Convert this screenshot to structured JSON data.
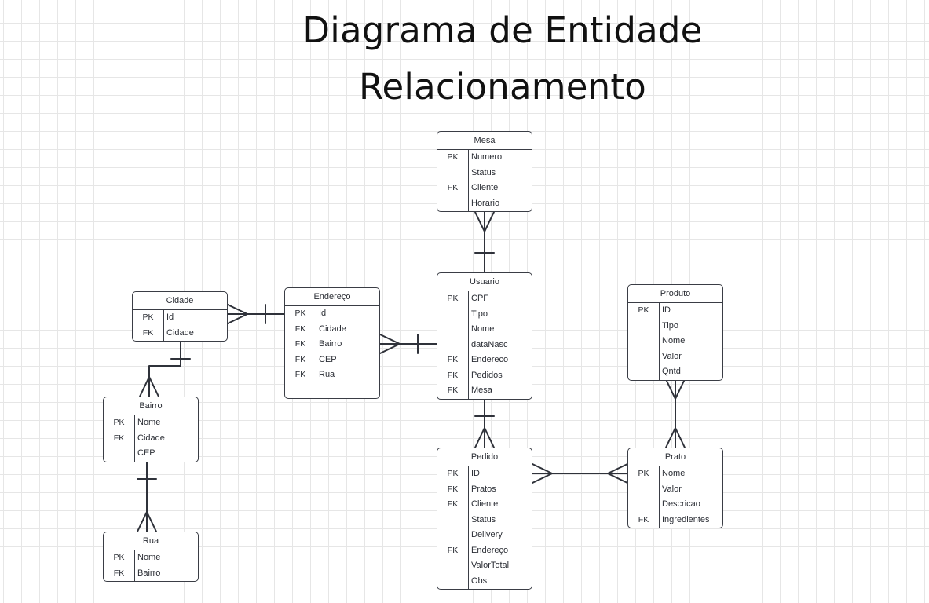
{
  "title": {
    "line1": "Diagrama de Entidade",
    "line2": "Relacionamento"
  },
  "entities": {
    "mesa": {
      "name": "Mesa",
      "rows": [
        {
          "key": "PK",
          "attr": "Numero"
        },
        {
          "key": "",
          "attr": "Status"
        },
        {
          "key": "FK",
          "attr": "Cliente"
        },
        {
          "key": "",
          "attr": "Horario"
        }
      ]
    },
    "usuario": {
      "name": "Usuario",
      "rows": [
        {
          "key": "PK",
          "attr": "CPF"
        },
        {
          "key": "",
          "attr": "Tipo"
        },
        {
          "key": "",
          "attr": "Nome"
        },
        {
          "key": "",
          "attr": "dataNasc"
        },
        {
          "key": "FK",
          "attr": "Endereco"
        },
        {
          "key": "FK",
          "attr": "Pedidos"
        },
        {
          "key": "FK",
          "attr": "Mesa"
        }
      ]
    },
    "cidade": {
      "name": "Cidade",
      "rows": [
        {
          "key": "PK",
          "attr": "Id"
        },
        {
          "key": "FK",
          "attr": "Cidade"
        }
      ]
    },
    "endereco": {
      "name": "Endereço",
      "rows": [
        {
          "key": "PK",
          "attr": "Id"
        },
        {
          "key": "FK",
          "attr": "Cidade"
        },
        {
          "key": "FK",
          "attr": "Bairro"
        },
        {
          "key": "FK",
          "attr": "CEP"
        },
        {
          "key": "FK",
          "attr": "Rua"
        },
        {
          "key": "",
          "attr": ""
        }
      ]
    },
    "bairro": {
      "name": "Bairro",
      "rows": [
        {
          "key": "PK",
          "attr": "Nome"
        },
        {
          "key": "FK",
          "attr": "Cidade"
        },
        {
          "key": "",
          "attr": "CEP"
        }
      ]
    },
    "rua": {
      "name": "Rua",
      "rows": [
        {
          "key": "PK",
          "attr": "Nome"
        },
        {
          "key": "FK",
          "attr": "Bairro"
        }
      ]
    },
    "produto": {
      "name": "Produto",
      "rows": [
        {
          "key": "PK",
          "attr": "ID"
        },
        {
          "key": "",
          "attr": "Tipo"
        },
        {
          "key": "",
          "attr": "Nome"
        },
        {
          "key": "",
          "attr": "Valor"
        },
        {
          "key": "",
          "attr": "Qntd"
        }
      ]
    },
    "pedido": {
      "name": "Pedido",
      "rows": [
        {
          "key": "PK",
          "attr": "ID"
        },
        {
          "key": "FK",
          "attr": "Pratos"
        },
        {
          "key": "FK",
          "attr": "Cliente"
        },
        {
          "key": "",
          "attr": "Status"
        },
        {
          "key": "",
          "attr": "Delivery"
        },
        {
          "key": "FK",
          "attr": "Endereço"
        },
        {
          "key": "",
          "attr": "ValorTotal"
        },
        {
          "key": "",
          "attr": "Obs"
        }
      ]
    },
    "prato": {
      "name": "Prato",
      "rows": [
        {
          "key": "PK",
          "attr": "Nome"
        },
        {
          "key": "",
          "attr": "Valor"
        },
        {
          "key": "",
          "attr": "Descricao"
        },
        {
          "key": "FK",
          "attr": "Ingredientes"
        }
      ]
    }
  },
  "relationships": [
    {
      "from": "mesa",
      "from_end": "many",
      "to": "usuario",
      "to_end": "one"
    },
    {
      "from": "cidade",
      "from_end": "many",
      "to": "endereco",
      "to_end": "one"
    },
    {
      "from": "endereco",
      "from_end": "many",
      "to": "usuario",
      "to_end": "one"
    },
    {
      "from": "cidade",
      "from_end": "one",
      "to": "bairro",
      "to_end": "many"
    },
    {
      "from": "bairro",
      "from_end": "one",
      "to": "rua",
      "to_end": "many"
    },
    {
      "from": "usuario",
      "from_end": "one",
      "to": "pedido",
      "to_end": "many"
    },
    {
      "from": "pedido",
      "from_end": "many",
      "to": "prato",
      "to_end": "many"
    },
    {
      "from": "produto",
      "from_end": "many",
      "to": "prato",
      "to_end": "many"
    }
  ]
}
